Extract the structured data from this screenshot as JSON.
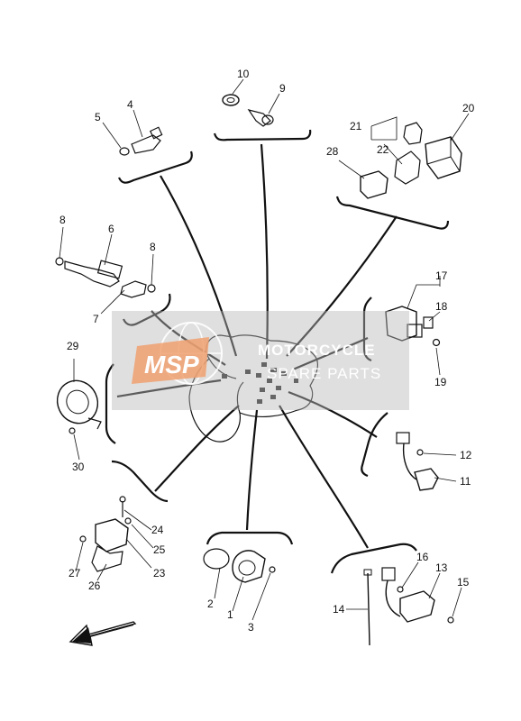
{
  "diagram": {
    "callouts": [
      "1",
      "2",
      "3",
      "4",
      "5",
      "6",
      "7",
      "8",
      "8",
      "9",
      "10",
      "11",
      "12",
      "13",
      "14",
      "15",
      "16",
      "17",
      "18",
      "19",
      "20",
      "21",
      "22",
      "23",
      "24",
      "25",
      "26",
      "27",
      "28",
      "29",
      "30"
    ]
  },
  "watermark": {
    "logo_text": "MSP",
    "line1": "MOTORCYCLE",
    "line2": "SPARE PARTS"
  }
}
